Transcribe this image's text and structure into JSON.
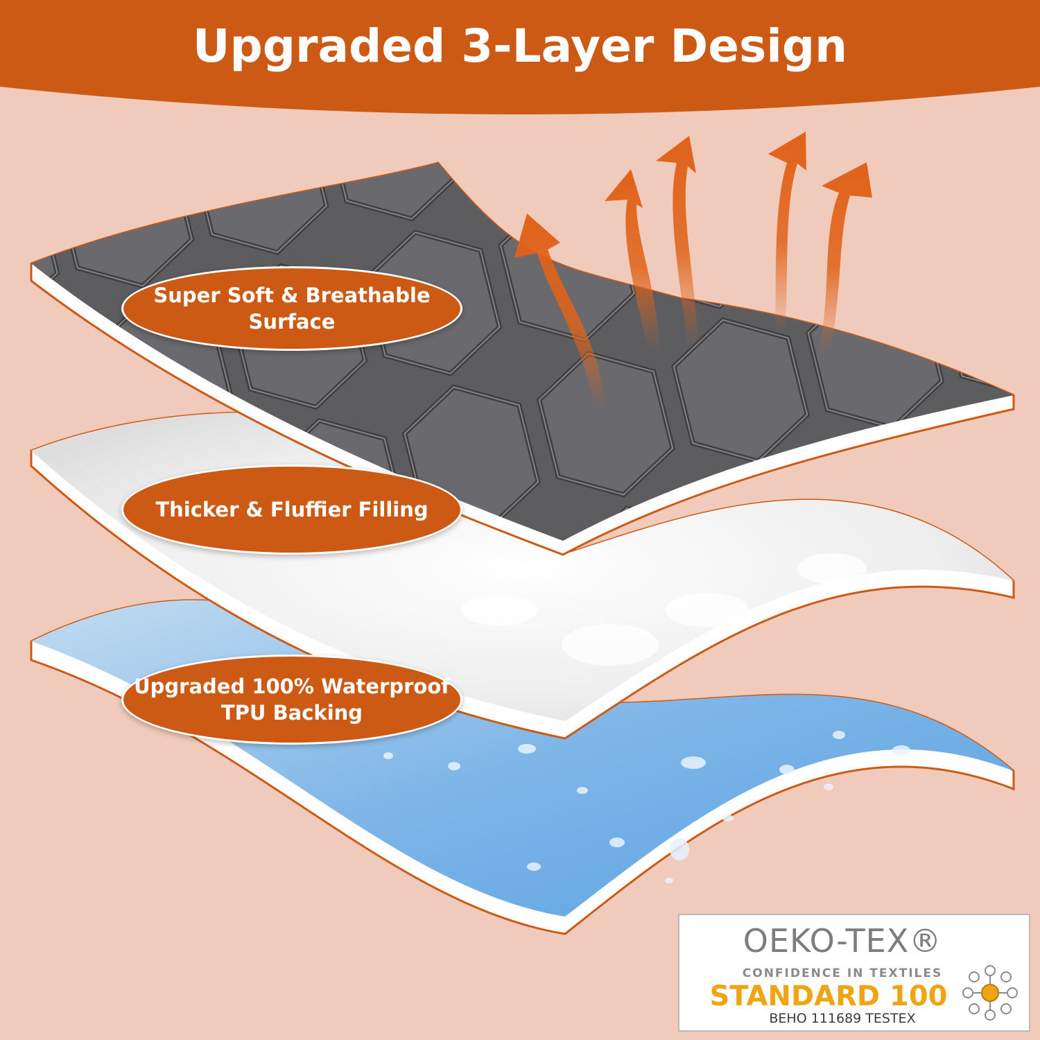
{
  "header": {
    "title": "Upgraded 3-Layer Design"
  },
  "layers": [
    {
      "line1": "Super Soft & Breathable",
      "line2": "Surface"
    },
    {
      "line1": "Thicker & Fluffier Filling",
      "line2": ""
    },
    {
      "line1": "Upgraded 100% Waterproof",
      "line2": "TPU Backing"
    }
  ],
  "certification": {
    "brand": "OEKO-TEX®",
    "tagline": "CONFIDENCE IN TEXTILES",
    "standard": "STANDARD 100",
    "code": "BEHO 111689 TESTEX"
  },
  "colors": {
    "accent": "#cc5a14",
    "background": "#f0cabb",
    "top_layer": "#5b5b5e",
    "filling_layer": "#f2f2f2",
    "backing_layer": "#8fc0ea",
    "standard_text": "#f0a413"
  },
  "icons": [
    "airflow-arrow-icon",
    "oeko-tex-emblem-icon"
  ]
}
